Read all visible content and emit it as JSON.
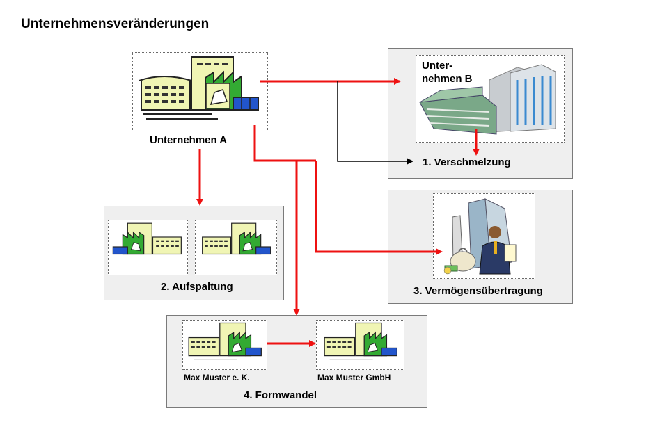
{
  "title": "Unternehmensveränderungen",
  "nodes": {
    "company_a": "Unternehmen A",
    "company_b_line1": "Unter-",
    "company_b_line2": "nehmen B",
    "merger": "1. Verschmelzung",
    "split": "2. Aufspaltung",
    "asset_transfer": "3. Vermögensübertragung",
    "conversion": "4. Formwandel",
    "conversion_from": "Max Muster e. K.",
    "conversion_to": "Max Muster GmbH"
  },
  "colors": {
    "arrow_red": "#ee1111",
    "arrow_black": "#000000",
    "panel_gray": "#efefef",
    "building_fill": "#f0f5b4",
    "factory_green": "#33aa33",
    "window_blue": "#2255cc"
  },
  "icons": [
    "factory-icon",
    "office-towers-icon",
    "businessman-icon",
    "money-bag-icon"
  ]
}
